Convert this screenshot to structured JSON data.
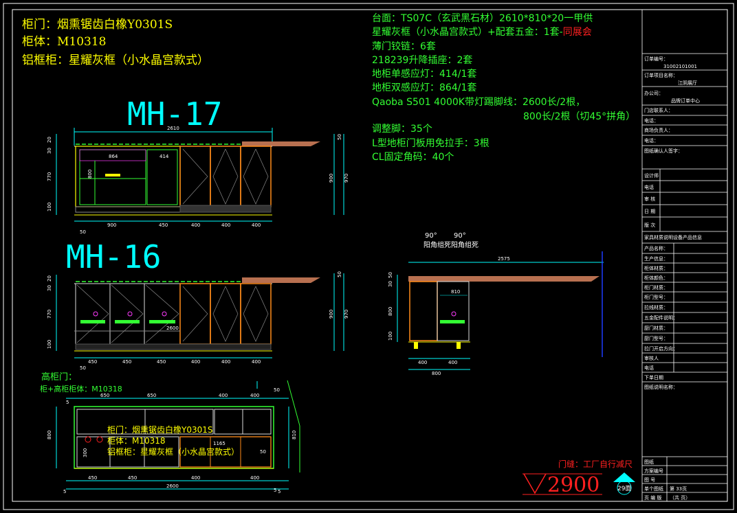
{
  "header": {
    "door_line": "柜门：烟熏锯齿白橡Y0301S",
    "body_line": "柜体：M10318",
    "frame_line": "铝框柜：星耀灰框（小水晶宫款式）"
  },
  "spec": {
    "l1": "台面：TS07C（玄武黑石材）2610*810*20一甲供",
    "l2a": "星耀灰框（小水晶宫款式）+配套五金：1套-",
    "l2b": "同展会",
    "l3": "薄门铰链：6套",
    "l4": "218239升降插座：2套",
    "l5": "地柜单感应灯：414/1套",
    "l6": "地柜双感应灯：864/1套",
    "l7": "Qaoba S501 4000K带灯踢脚线：2600长/2根，",
    "l8": "800长/2根（切45°拼角）",
    "l9": "调整脚：35个",
    "l10": "L型地柜门板用免拉手：3根",
    "l11": "CL固定角码：40个"
  },
  "mh17": {
    "title": "MH-17",
    "top_dim": "2610",
    "dims_bottom": [
      "900",
      "450",
      "400",
      "400",
      "400"
    ],
    "left_dims": [
      "20",
      "30",
      "770",
      "100"
    ],
    "right_dims": [
      "50",
      "900",
      "970"
    ],
    "lamp_a": "864",
    "lamp_b": "414",
    "inner_h": "800",
    "base_left": "50"
  },
  "mh16": {
    "title": "MH-16",
    "inner": "2600",
    "dims_bottom": [
      "450",
      "450",
      "450",
      "400",
      "400",
      "400"
    ],
    "left_dims": [
      "20",
      "30",
      "770",
      "100"
    ],
    "right_dims": [
      "50",
      "900",
      "970"
    ],
    "base_left": "50"
  },
  "side": {
    "angle_a": "90°",
    "angle_b": "90°",
    "label": "阳角组死阳角组死",
    "top_dim": "2575",
    "inner_dim": "810",
    "dims_bottom": [
      "400",
      "400"
    ],
    "total": "800",
    "left_dims": [
      "50",
      "30",
      "800",
      "100"
    ]
  },
  "plan": {
    "partial_title": "高柜门：",
    "body_line": "柜+高柜柜体：M10318",
    "overlay_door": "柜门：烟熏锯齿白橡Y0301S",
    "overlay_body": "柜体：M10318",
    "overlay_frame": "铝框柜：星耀灰框（小水晶宫款式）",
    "dims_top": [
      "650",
      "650",
      "400",
      "400"
    ],
    "dims_bottom": [
      "450",
      "450",
      "400",
      "400"
    ],
    "total": "2600",
    "end_dims": [
      "5",
      "5"
    ],
    "right_dim": "50",
    "side_dims": [
      "800",
      "810",
      "1165",
      "50",
      "5"
    ],
    "small_h": "300",
    "left_5": "5"
  },
  "footer": {
    "gap_note": "门缝：工厂自行减尺",
    "height": "2900",
    "page_tag": "29面"
  },
  "title_block": {
    "order_no_label": "订单编号：",
    "order_no": "31002101001",
    "order_project_label": "订单项目名称：",
    "order_project": "江阴展厅",
    "office_label": "办公司：",
    "office": "品牌订单中心",
    "contact_label": "门店联系人：",
    "phone_label": "电话：",
    "manager_label": "商场负责人：",
    "phone2_label": "电话：",
    "confirm_label": "图纸确认人签字：",
    "designer_label": "设计师",
    "tel_label": "电话",
    "review_label": "审  核",
    "date_label": "日  期",
    "version_label": "版  次",
    "notice": "家具材质说明设备产品信息",
    "product_name": "产品名称：",
    "product_info": "生产信息：",
    "body_material": "柜体材质：",
    "body_color": "柜体颜色：",
    "door_material": "柜门材质：",
    "door_model": "柜门型号：",
    "handle_material": "拉线材质：",
    "hardware": "五金配件说明：",
    "sink": "厨门材质：",
    "sink2": "厨门型号：",
    "handle2": "拉门开启方向：",
    "install": "审核人",
    "tel3": "电话",
    "order_date": "下单日期",
    "special": "图纸说明名称：",
    "bottom": {
      "r1": "图纸",
      "r2": "方案编号",
      "r3": "图  号",
      "r4a": "单个图纸",
      "r4b": "第 33页",
      "r5a": "页 编 版",
      "r5b": "（共   页）"
    }
  },
  "colors": {
    "yellow": "#ffff00",
    "green": "#33ff33",
    "cyan": "#00ffff",
    "red": "#ff2020",
    "orange": "#ff8c1a",
    "brown": "#b87050"
  }
}
